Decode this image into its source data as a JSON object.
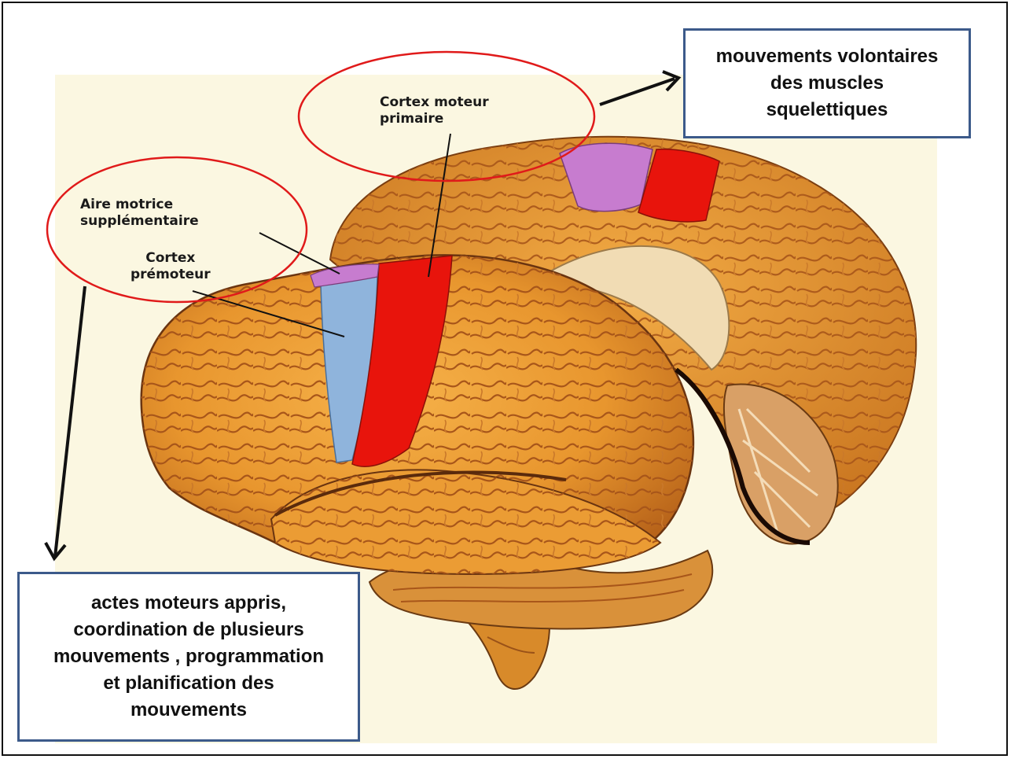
{
  "labels": {
    "primary_motor": "Cortex moteur\nprimaire",
    "supplementary_motor": "Aire motrice\nsupplémentaire",
    "premotor": "Cortex\nprémoteur"
  },
  "boxes": {
    "top_right": "mouvements volontaires\ndes muscles\nsquelettiques",
    "bottom_left": "actes moteurs appris,\ncoordination de plusieurs\nmouvements , programmation\net planification des\nmouvements"
  },
  "colors": {
    "primary_motor": "#e8140c",
    "premotor": "#8fb4dc",
    "supplementary_motor": "#c77ccf",
    "brain": "#e8962e",
    "ellipse": "#e01a1a",
    "box_border": "#3c5a8a"
  }
}
